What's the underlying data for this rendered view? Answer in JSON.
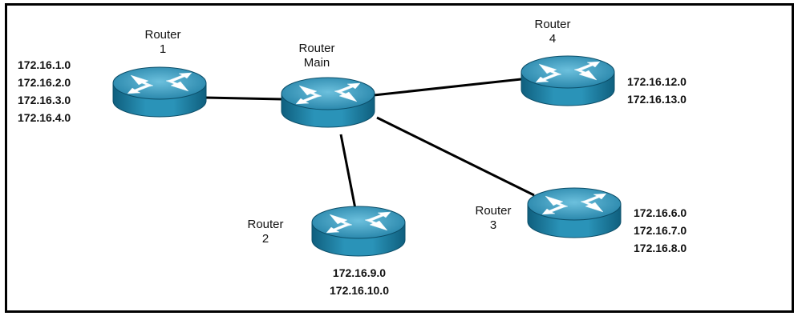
{
  "routers": {
    "r1": {
      "line1": "Router",
      "line2": "1",
      "networks": [
        "172.16.1.0",
        "172.16.2.0",
        "172.16.3.0",
        "172.16.4.0"
      ]
    },
    "main": {
      "line1": "Router",
      "line2": "Main",
      "networks": []
    },
    "r4": {
      "line1": "Router",
      "line2": "4",
      "networks": [
        "172.16.12.0",
        "172.16.13.0"
      ]
    },
    "r2": {
      "line1": "Router",
      "line2": "2",
      "networks": [
        "172.16.9.0",
        "172.16.10.0"
      ]
    },
    "r3": {
      "line1": "Router",
      "line2": "3",
      "networks": [
        "172.16.6.0",
        "172.16.7.0",
        "172.16.8.0"
      ]
    }
  },
  "colors": {
    "router_body": "#1f82a6",
    "router_top": "#4aa6c8",
    "router_edge": "#0f5a78",
    "arrow": "#ffffff",
    "link": "#000000"
  }
}
